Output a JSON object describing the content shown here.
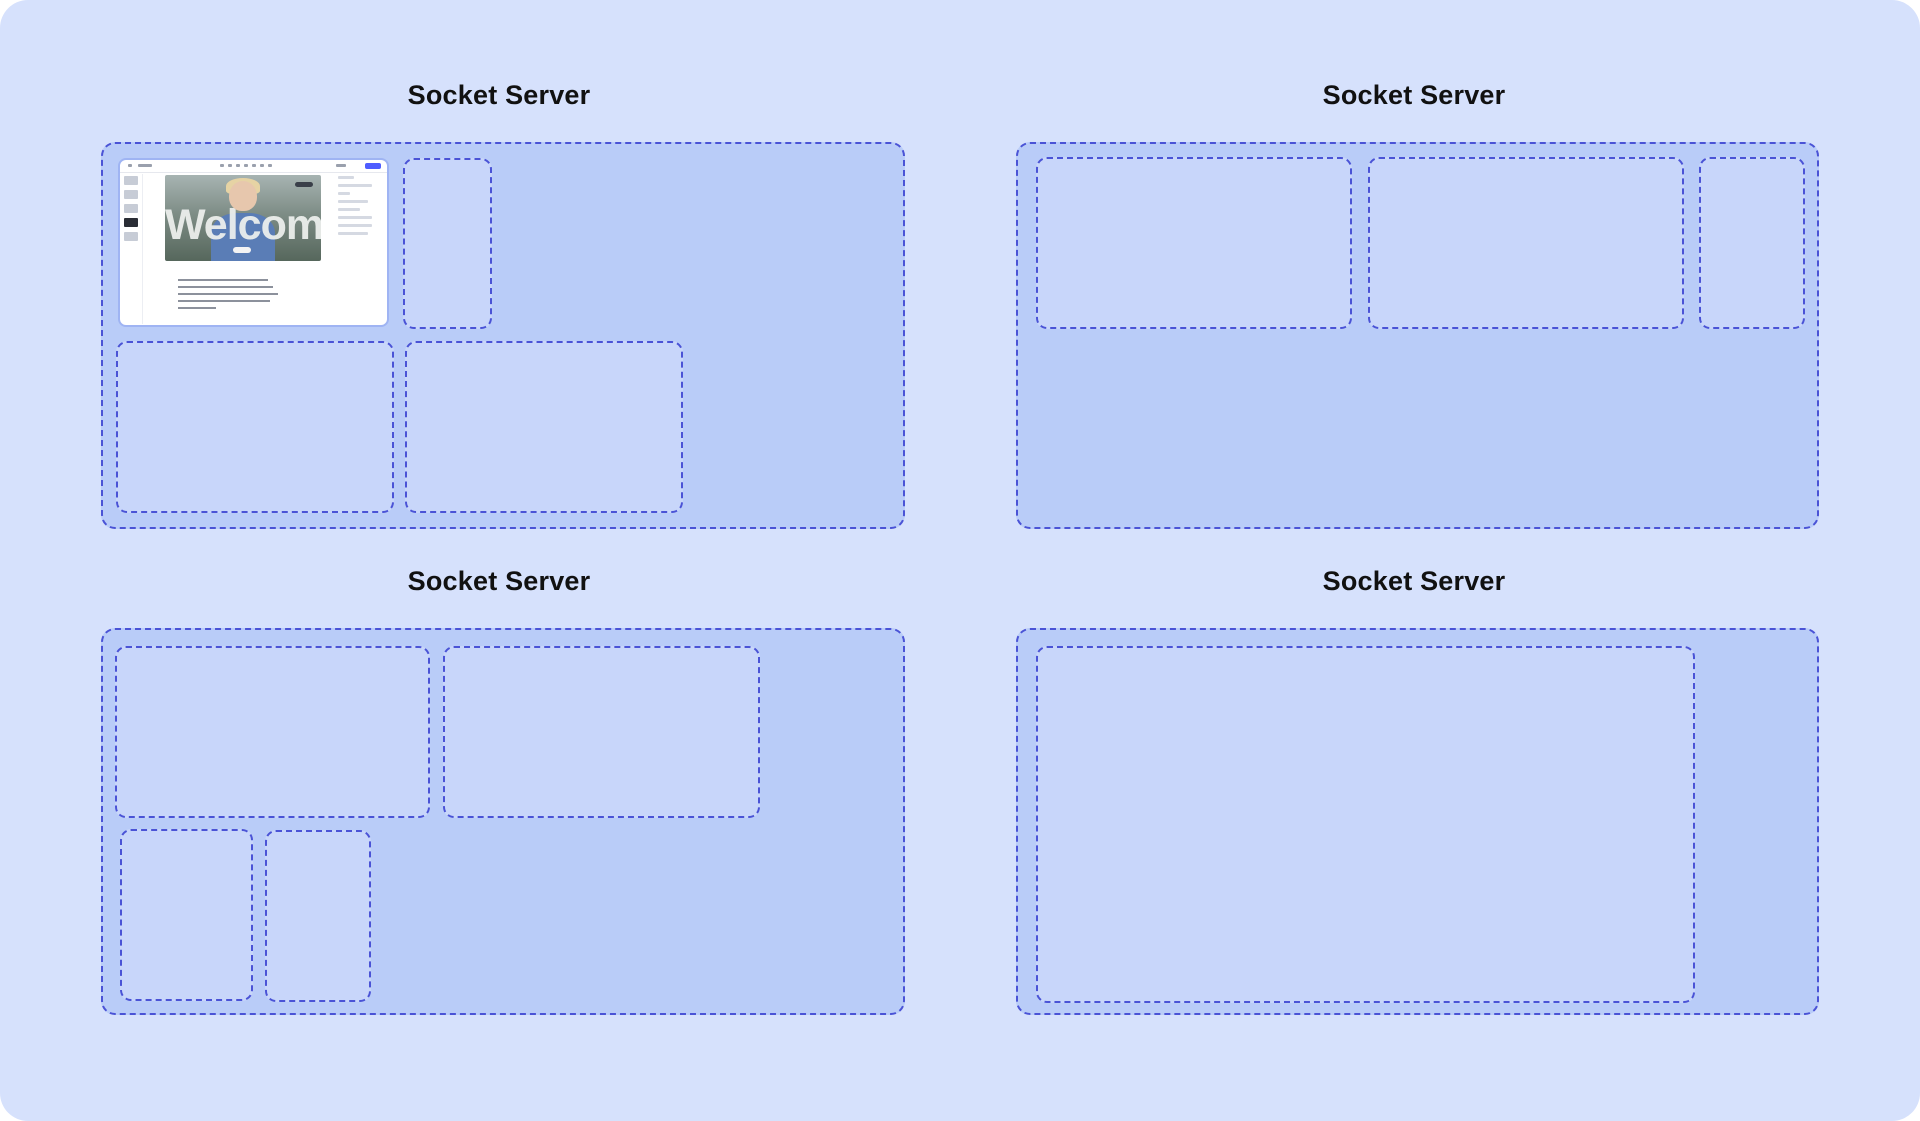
{
  "servers": [
    {
      "title": "Socket Server"
    },
    {
      "title": "Socket Server"
    },
    {
      "title": "Socket Server"
    },
    {
      "title": "Socket Server"
    }
  ],
  "thumbnail": {
    "video_word": "Welcome"
  },
  "colors": {
    "canvas": "#d6e1fc",
    "server_fill": "#b9ccf8",
    "slot_fill": "#c8d6fa",
    "dashed_border": "#4a53d6"
  }
}
